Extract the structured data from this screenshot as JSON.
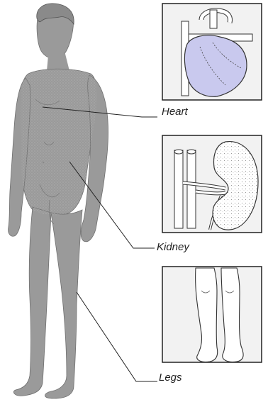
{
  "callouts": [
    {
      "key": "heart",
      "label": "Heart"
    },
    {
      "key": "kidney",
      "label": "Kidney"
    },
    {
      "key": "legs",
      "label": "Legs"
    }
  ],
  "colors": {
    "body_fill": "#9a9a9a",
    "body_stipple": "#c8c8c8",
    "panel_border": "#222222",
    "panel_bg": "#f2f2f2",
    "organ_tint": "#c9c9ee",
    "line": "#222222"
  }
}
